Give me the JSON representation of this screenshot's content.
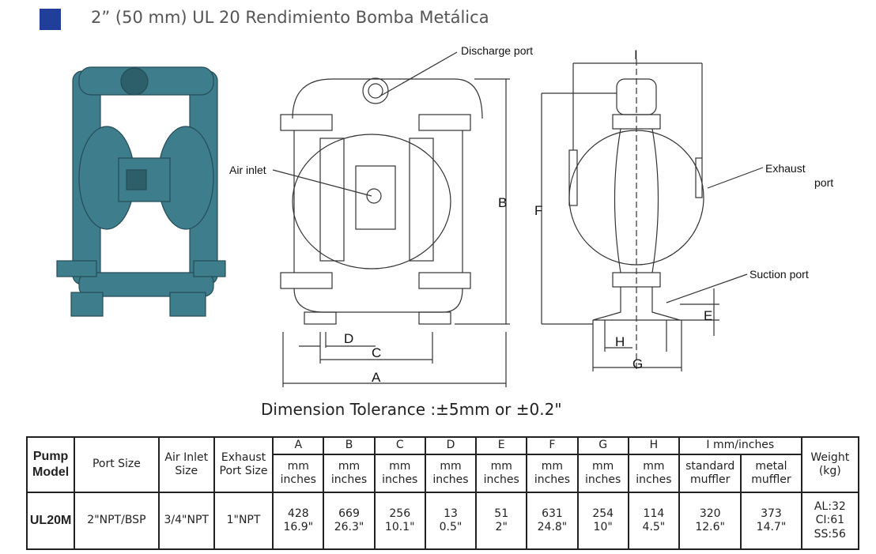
{
  "title": "2”  (50 mm) UL 20 Rendimiento Bomba Metálica",
  "labels": {
    "discharge": "Discharge port",
    "air_inlet": "Air inlet",
    "exhaust1": "Exhaust",
    "exhaust2": "port",
    "suction": "Suction port",
    "A": "A",
    "B": "B",
    "C": "C",
    "D": "D",
    "E": "E",
    "F": "F",
    "G": "G",
    "H": "H",
    "I": "I"
  },
  "tolerance": "Dimension Tolerance :±5mm or ±0.2\"",
  "colors": {
    "accent": "#1f3f9a",
    "pump": "#3e7d8c"
  },
  "table": {
    "pump_model": "Pump Model",
    "port_size": "Port Size",
    "air_inlet": "Air Inlet Size",
    "exhaust": "Exhaust Port Size",
    "dims": [
      "A",
      "B",
      "C",
      "D",
      "E",
      "F",
      "G",
      "H"
    ],
    "unit": "mm inches",
    "i_header": "I  mm/inches",
    "std": "standard muffler",
    "metal": "metal muffler",
    "weight": "Weight (kg)",
    "row": {
      "model": "UL20M",
      "port": "2\"NPT/BSP",
      "air": "3/4\"NPT",
      "exh": "1\"NPT",
      "mm": [
        "428",
        "669",
        "256",
        "13",
        "51",
        "631",
        "254",
        "114"
      ],
      "in": [
        "16.9\"",
        "26.3\"",
        "10.1\"",
        "0.5\"",
        "2\"",
        "24.8\"",
        "10\"",
        "4.5\""
      ],
      "i_std": [
        "320",
        "12.6\""
      ],
      "i_metal": [
        "373",
        "14.7\""
      ],
      "weight": [
        "AL:32",
        "CI:61",
        "SS:56"
      ]
    }
  }
}
